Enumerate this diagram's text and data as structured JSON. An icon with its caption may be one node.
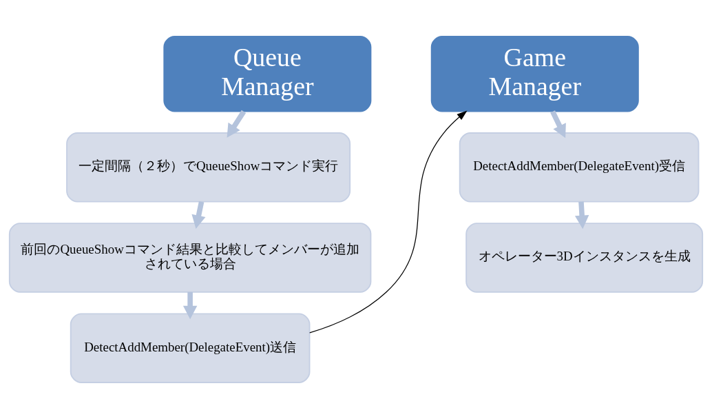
{
  "diagram": {
    "nodes": [
      {
        "text": [
          "Queue Manager"
        ]
      },
      {
        "text": [
          "一定間隔（２秒）でQueueShowコマンド実行"
        ]
      },
      {
        "text": [
          "前回のQueueShowコマンド結果と比較してメンバーが追加されている場合"
        ]
      },
      {
        "text": [
          "DetectAddMember(DelegateEvent)送信"
        ]
      },
      {
        "text": [
          "Game Manager"
        ]
      },
      {
        "text": [
          "DetectAddMember(DelegateEvent)受信"
        ]
      },
      {
        "text": [
          "オペレーター3Dインスタンスを生成"
        ]
      }
    ],
    "edges": [
      {
        "from": 0,
        "to": 1,
        "arrow": "to"
      },
      {
        "from": 1,
        "to": 2,
        "arrow": "to"
      },
      {
        "from": 2,
        "to": 3,
        "arrow": "to"
      },
      {
        "from": 3,
        "to": 4,
        "arrow": "to",
        "color": "#000000"
      },
      {
        "from": 4,
        "to": 5,
        "arrow": "to"
      },
      {
        "from": 5,
        "to": 6,
        "arrow": "to"
      }
    ]
  }
}
